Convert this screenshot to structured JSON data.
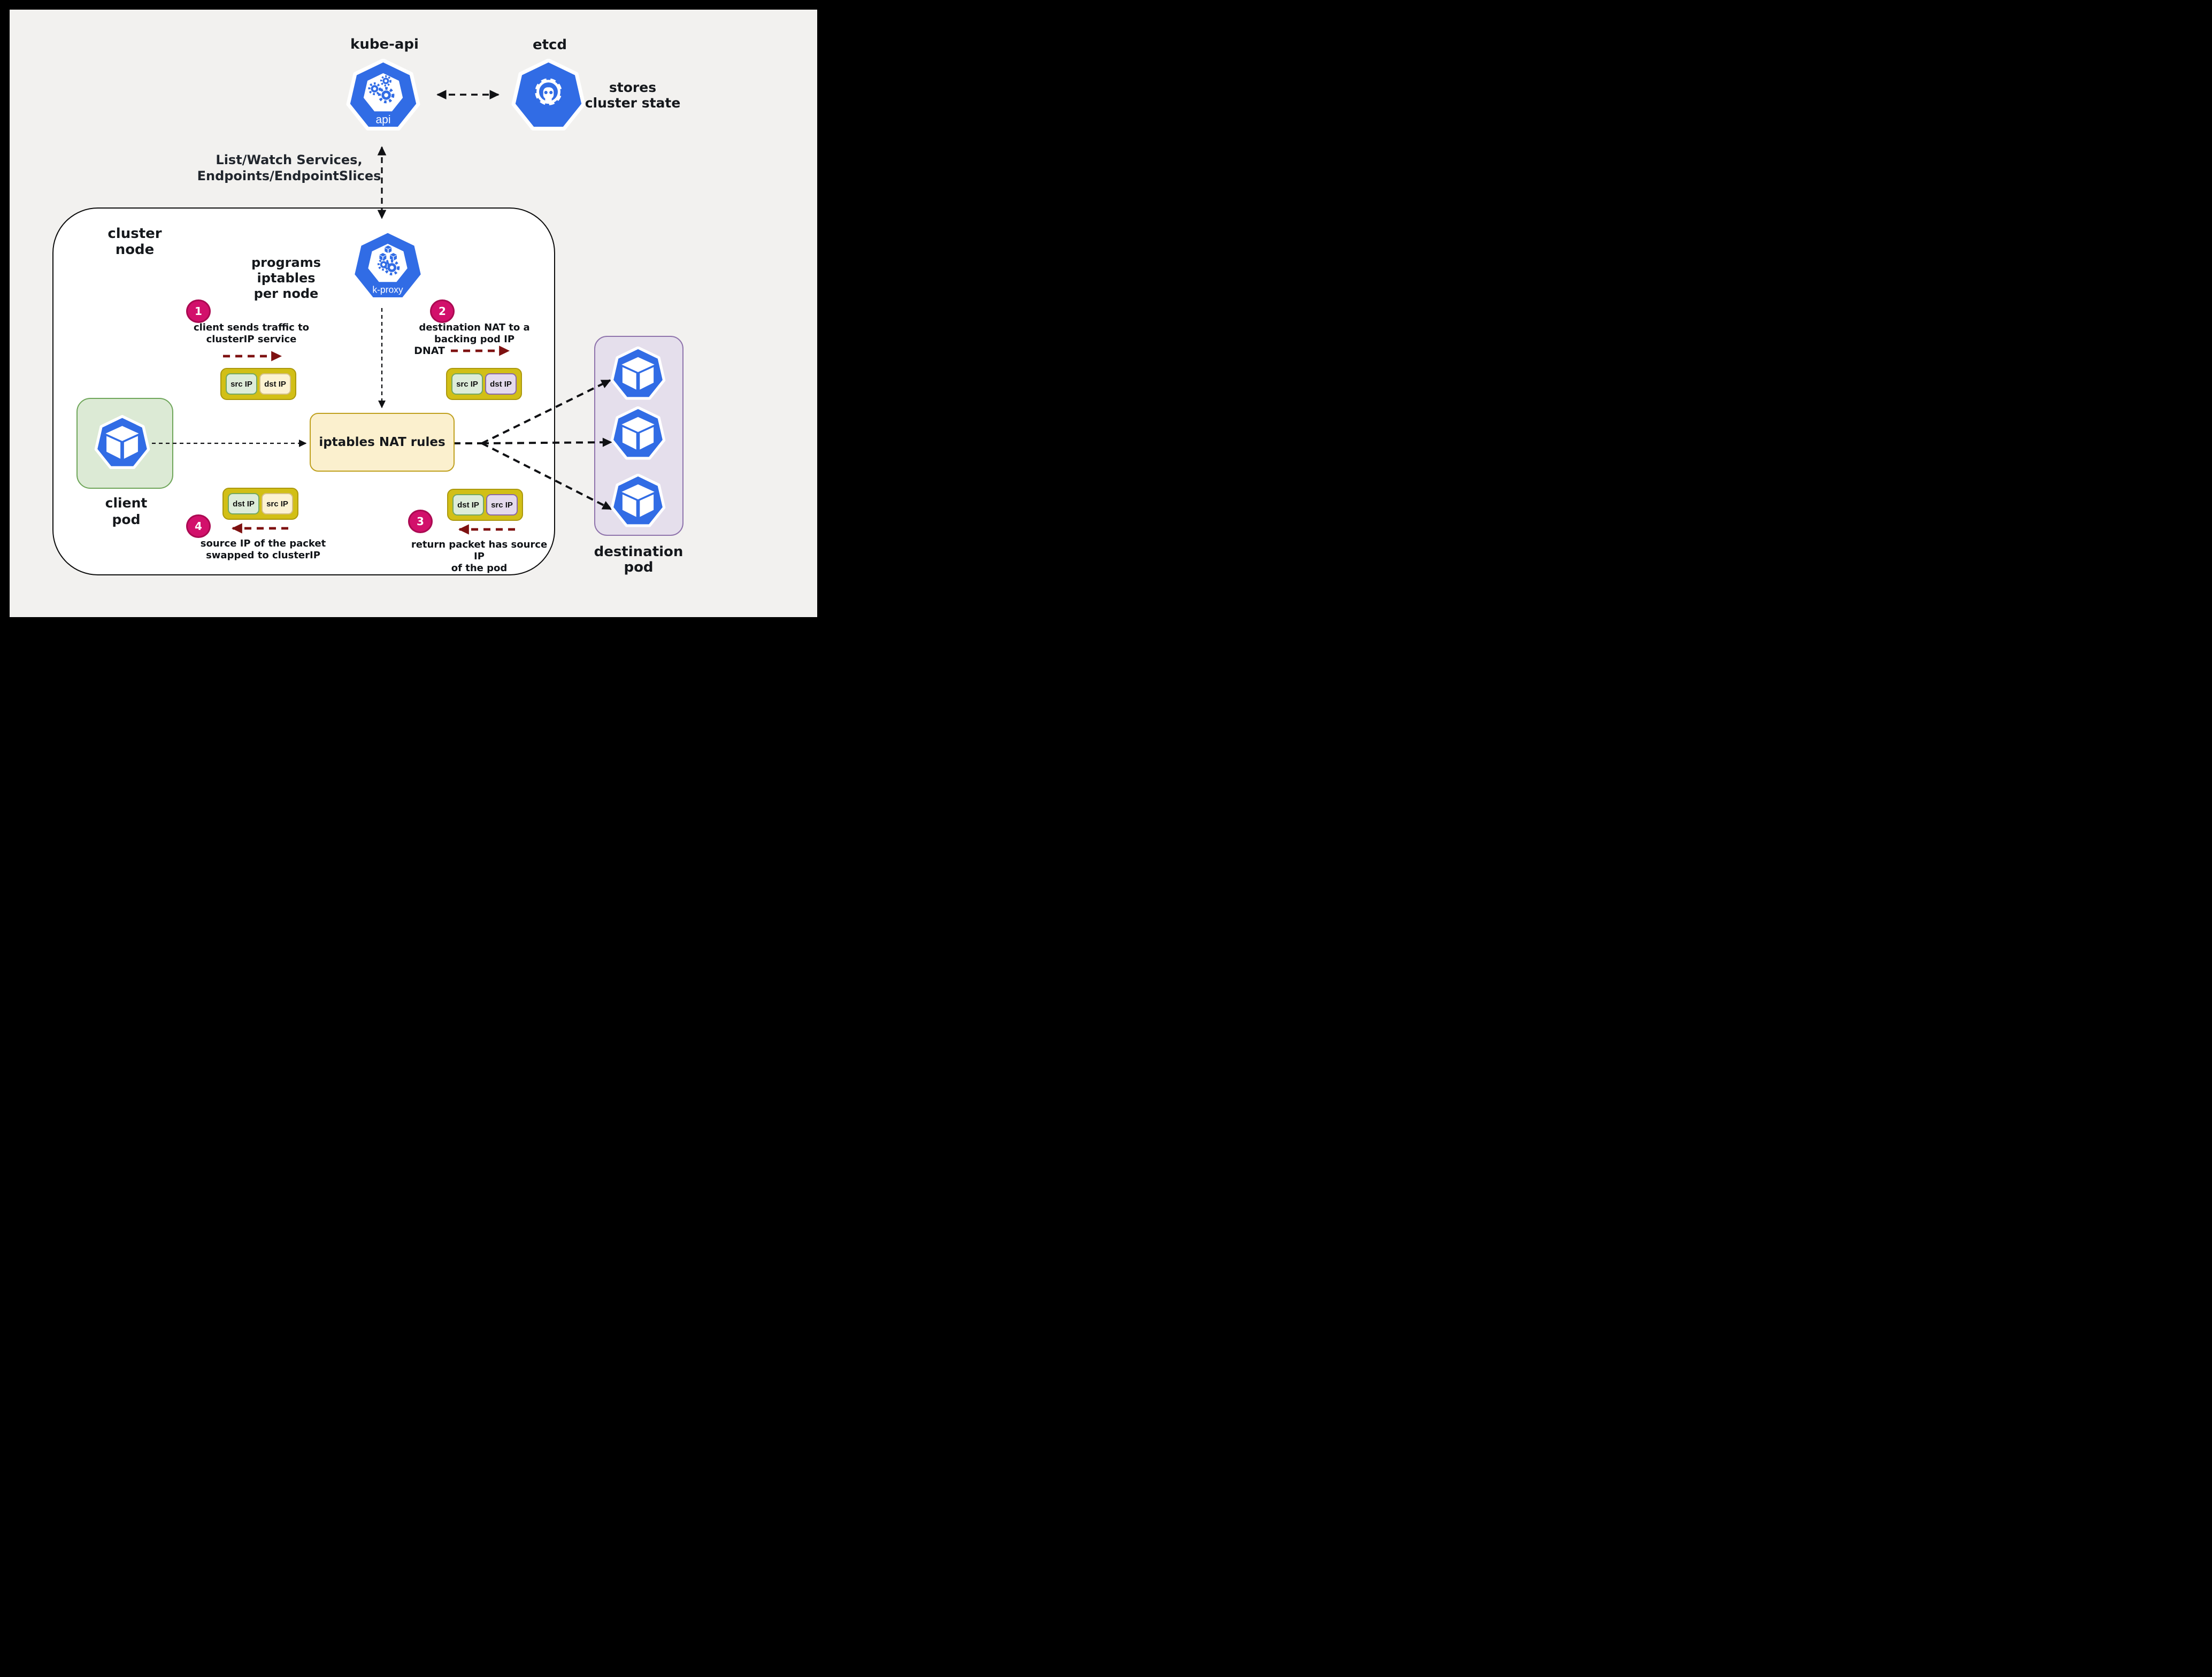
{
  "palette": {
    "background": "#f2f1ef",
    "frame": "#000000",
    "kubernetes_blue": "#316ce5",
    "step_badge_pink": "#d2106b",
    "step_badge_border": "#ab0a52",
    "nat_arrow_dark_red": "#7e1111",
    "packet_gold": "#d2bf16",
    "packet_green": "#ddecd9",
    "packet_cream": "#fcf2d2",
    "packet_purple": "#e4daed",
    "iptables_fill": "#fbf0ce",
    "client_pod_fill": "#dcead5",
    "destination_pod_fill": "#e5dfec"
  },
  "header": {
    "kube_api_label": "kube-api",
    "api_icon_text": "api",
    "etcd_label": "etcd",
    "etcd_note_line1": "stores",
    "etcd_note_line2": "cluster state",
    "list_watch_line1": "List/Watch Services,",
    "list_watch_line2": "Endpoints/EndpointSlices"
  },
  "cluster": {
    "label": "cluster node",
    "kproxy_icon_text": "k-proxy",
    "kproxy_note_line1": "programs iptables",
    "kproxy_note_line2": "per node",
    "iptables_label": "iptables NAT rules",
    "client_pod_label_line1": "client",
    "client_pod_label_line2": "pod"
  },
  "steps": [
    {
      "number": "1",
      "note_line1": "client sends traffic to",
      "note_line2": "clusterIP service",
      "packet_left": "src IP",
      "packet_right": "dst IP"
    },
    {
      "number": "2",
      "dnat_label": "DNAT",
      "note_line1": "destination NAT to a",
      "note_line2": "backing pod IP",
      "packet_left": "src IP",
      "packet_right": "dst IP"
    },
    {
      "number": "3",
      "note_line1": "return packet has source IP",
      "note_line2": "of the pod",
      "packet_left": "dst IP",
      "packet_right": "src IP"
    },
    {
      "number": "4",
      "note_line1": "source IP of the packet",
      "note_line2": "swapped to clusterIP",
      "packet_left": "dst IP",
      "packet_right": "src IP"
    }
  ],
  "destination": {
    "label_line1": "destination",
    "label_line2": "pod",
    "pod_count": 3
  }
}
